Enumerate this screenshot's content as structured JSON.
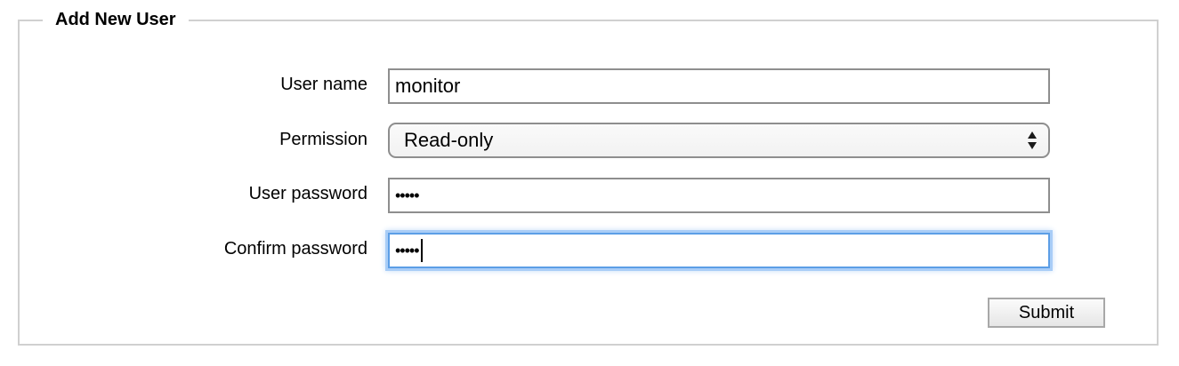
{
  "form": {
    "legend": "Add New User",
    "user_name": {
      "label": "User name",
      "value": "monitor"
    },
    "permission": {
      "label": "Permission",
      "selected": "Read-only"
    },
    "user_password": {
      "label": "User password",
      "masked_value": "•••••"
    },
    "confirm_password": {
      "label": "Confirm password",
      "masked_value": "•••••",
      "focused": true
    },
    "submit_label": "Submit"
  },
  "colors": {
    "focus_ring": "#5c9ee6",
    "border": "#8e8e8e",
    "fieldset_border": "#d0d0d0"
  }
}
